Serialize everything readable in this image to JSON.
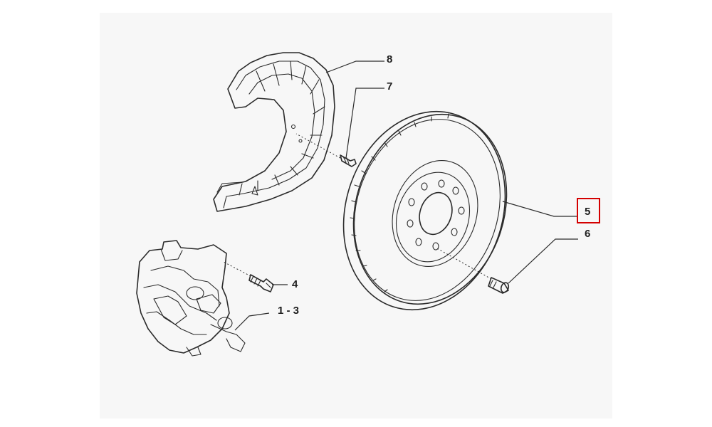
{
  "diagram": {
    "callouts": {
      "c8": "8",
      "c7": "7",
      "c5": "5",
      "c6": "6",
      "c4": "4",
      "c13": "1 - 3"
    },
    "highlighted_callout": "5",
    "highlight_color": "#d40000",
    "line_color": "#2b2b2b",
    "background_color": "#f7f7f7"
  }
}
